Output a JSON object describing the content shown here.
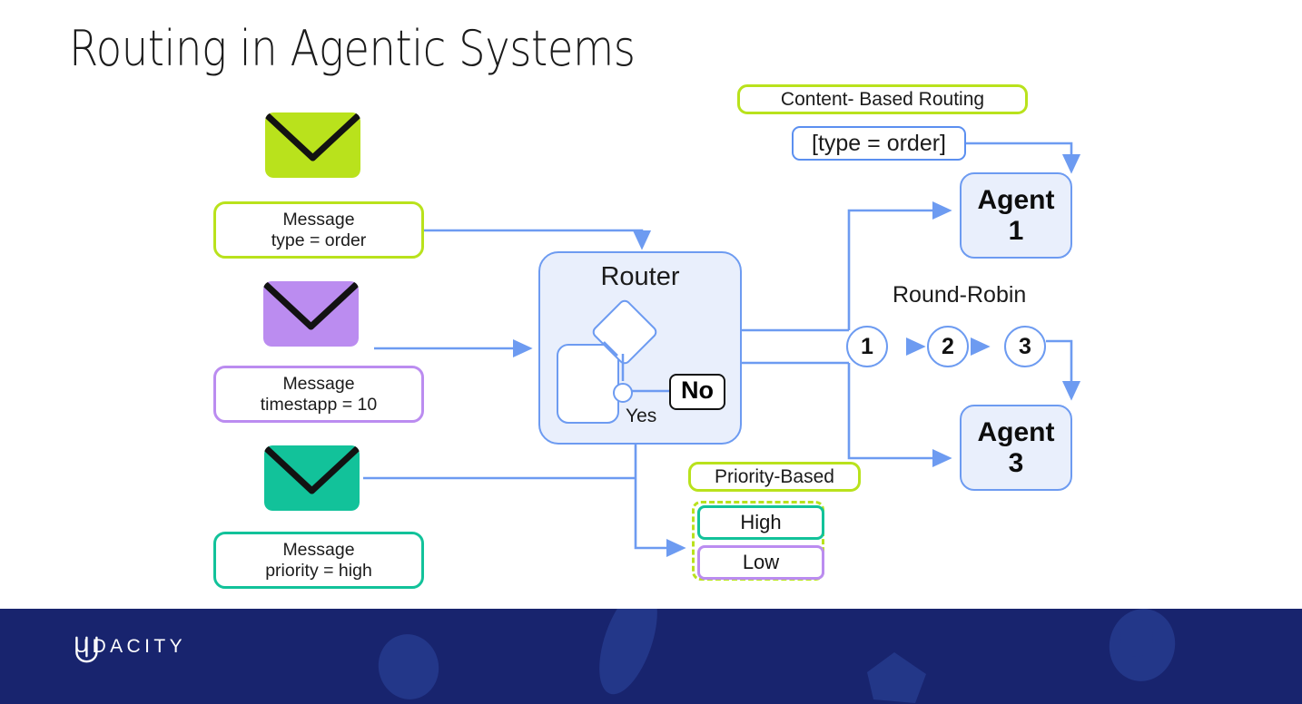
{
  "slide": {
    "title": "Routing in Agentic Systems",
    "background": "#ffffff"
  },
  "colors": {
    "lime": "#b9e21c",
    "purple": "#bb8cf0",
    "teal": "#12c29a",
    "blue_line": "#6d9bf1",
    "panel_fill": "#e9effc",
    "footer_navy": "#18246e",
    "text": "#1b1b1b"
  },
  "messages": [
    {
      "icon": "envelope-icon",
      "color": "#b9e21c",
      "line1": "Message",
      "line2": "type = order"
    },
    {
      "icon": "envelope-icon",
      "color": "#bb8cf0",
      "line1": "Message",
      "line2": "timestapp = 10"
    },
    {
      "icon": "envelope-icon",
      "color": "#12c29a",
      "line1": "Message",
      "line2": "priority = high"
    }
  ],
  "router": {
    "label": "Router",
    "yes_label": "Yes",
    "no_label": "No"
  },
  "content_routing": {
    "title": "Content- Based Routing",
    "condition": "[type = order]"
  },
  "round_robin": {
    "label": "Round-Robin",
    "steps": [
      "1",
      "2",
      "3"
    ]
  },
  "agents": [
    {
      "line1": "Agent",
      "line2": "1"
    },
    {
      "line1": "Agent",
      "line2": "3"
    }
  ],
  "priority": {
    "title": "Priority-Based",
    "high": "High",
    "low": "Low"
  },
  "footer": {
    "brand": "UDACITY",
    "logo": "udacity-u-logo"
  }
}
